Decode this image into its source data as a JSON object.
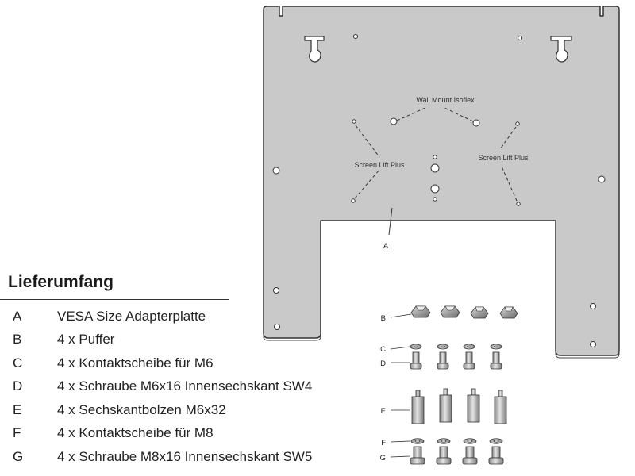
{
  "contents": {
    "title": "Lieferumfang",
    "items": [
      {
        "letter": "A",
        "text": "VESA Size Adapterplatte"
      },
      {
        "letter": "B",
        "text": "4 x Puffer"
      },
      {
        "letter": "C",
        "text": "4 x Kontaktscheibe für M6"
      },
      {
        "letter": "D",
        "text": "4 x Schraube M6x16 Innensechskant SW4"
      },
      {
        "letter": "E",
        "text": "4 x Sechskantbolzen M6x32"
      },
      {
        "letter": "F",
        "text": "4 x Kontaktscheibe für M8"
      },
      {
        "letter": "G",
        "text": "4 x Schraube M8x16 Innensechskant SW5"
      }
    ]
  },
  "plate": {
    "label_wall_mount": "Wall Mount Isoflex",
    "label_screen_lift_left": "Screen Lift Plus",
    "label_screen_lift_right": "Screen Lift Plus",
    "part_label": "A"
  },
  "part_labels": {
    "b": "B",
    "c": "C",
    "d": "D",
    "e": "E",
    "f": "F",
    "g": "G"
  },
  "colors": {
    "plate_fill": "#c9c9c9",
    "outline": "#333333"
  }
}
